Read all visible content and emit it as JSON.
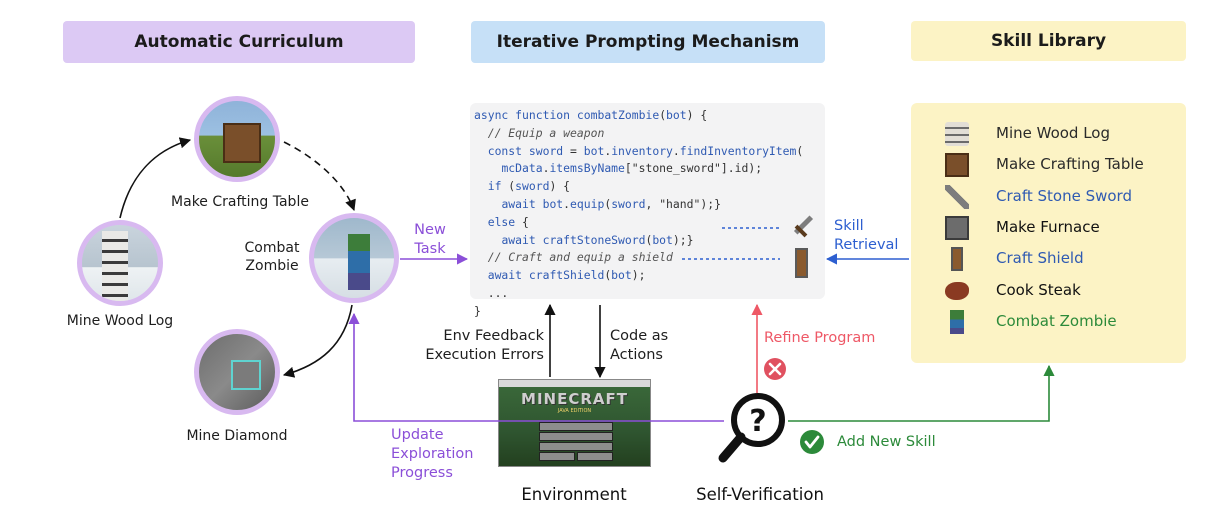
{
  "headers": {
    "curriculum": "Automatic Curriculum",
    "prompting": "Iterative Prompting Mechanism",
    "library": "Skill Library"
  },
  "curriculum": {
    "mine_wood_log": "Mine Wood Log",
    "make_crafting_table": "Make Crafting Table",
    "combat_zombie_line1": "Combat",
    "combat_zombie_line2": "Zombie",
    "mine_diamond": "Mine Diamond"
  },
  "arrows": {
    "new_task_line1": "New",
    "new_task_line2": "Task",
    "skill_retrieval_line1": "Skill",
    "skill_retrieval_line2": "Retrieval",
    "env_feedback_line1": "Env Feedback",
    "env_feedback_line2": "Execution Errors",
    "code_actions_line1": "Code as",
    "code_actions_line2": "Actions",
    "refine_program": "Refine Program",
    "update_line1": "Update",
    "update_line2": "Exploration",
    "update_line3": "Progress",
    "add_new_skill": "Add New Skill"
  },
  "bottom": {
    "environment": "Environment",
    "self_verification": "Self-Verification"
  },
  "game_screen": {
    "logo": "MINECRAFT",
    "edition": "JAVA EDITION"
  },
  "code_lines": [
    "async function combatZombie(bot) {",
    "  // Equip a weapon",
    "  const sword = bot.inventory.findInventoryItem(",
    "    mcData.itemsByName[\"stone_sword\"].id);",
    "  if (sword) {",
    "    await bot.equip(sword, \"hand\");}",
    "  else {",
    "    await craftStoneSword(bot);}",
    "  // Craft and equip a shield",
    "  await craftShield(bot);",
    "  ...",
    "}"
  ],
  "skills": [
    {
      "name": "Mine Wood  Log",
      "color": "#2a2a2a",
      "icon": "wood-log-icon"
    },
    {
      "name": "Make Crafting Table",
      "color": "#2a2a2a",
      "icon": "crafting-table-icon"
    },
    {
      "name": "Craft Stone Sword",
      "color": "#2f5ab2",
      "icon": "stone-sword-icon"
    },
    {
      "name": "Make Furnace",
      "color": "#111111",
      "icon": "furnace-icon"
    },
    {
      "name": "Craft Shield",
      "color": "#2f5ab2",
      "icon": "shield-icon"
    },
    {
      "name": "Cook Steak",
      "color": "#111111",
      "icon": "steak-icon"
    },
    {
      "name": "Combat Zombie",
      "color": "#2c8a3a",
      "icon": "zombie-icon"
    }
  ],
  "colors": {
    "curriculum_bg": "#dcc9f4",
    "prompting_bg": "#c6e0f7",
    "library_bg": "#fcf3c5",
    "purple": "#8b4fd8",
    "blue": "#2d5fd0",
    "red": "#ee5866",
    "green": "#2c8a3a"
  }
}
